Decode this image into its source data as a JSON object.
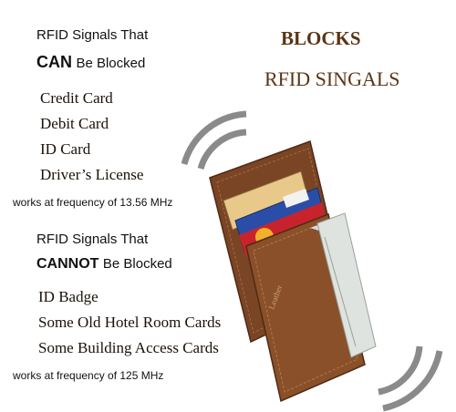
{
  "left_panel": {
    "can_block": {
      "heading_line1": "RFID Signals That",
      "heading_emphasis": "CAN",
      "heading_rest": "Be Blocked",
      "items": [
        "Credit Card",
        "Debit Card",
        "ID Card",
        "Driver’s License"
      ],
      "frequency": "works at frequency of 13.56 MHz"
    },
    "cannot_block": {
      "heading_line1": "RFID Signals That",
      "heading_emphasis": "CANNOT",
      "heading_rest": "Be Blocked",
      "items": [
        "ID Badge",
        "Some Old Hotel Room Cards",
        "Some Building Access  Cards"
      ],
      "frequency": "works at frequency of 125 MHz"
    }
  },
  "right_panel": {
    "title_line1": "BLOCKS",
    "title_line2": "RFID SINGALS",
    "product_image": "brown-leather-front-pocket-wallet-with-money-clip",
    "colors": {
      "title_brown": "#5a3413",
      "leather": "#7a4525",
      "signal_waves": "#8a8a8a"
    }
  }
}
